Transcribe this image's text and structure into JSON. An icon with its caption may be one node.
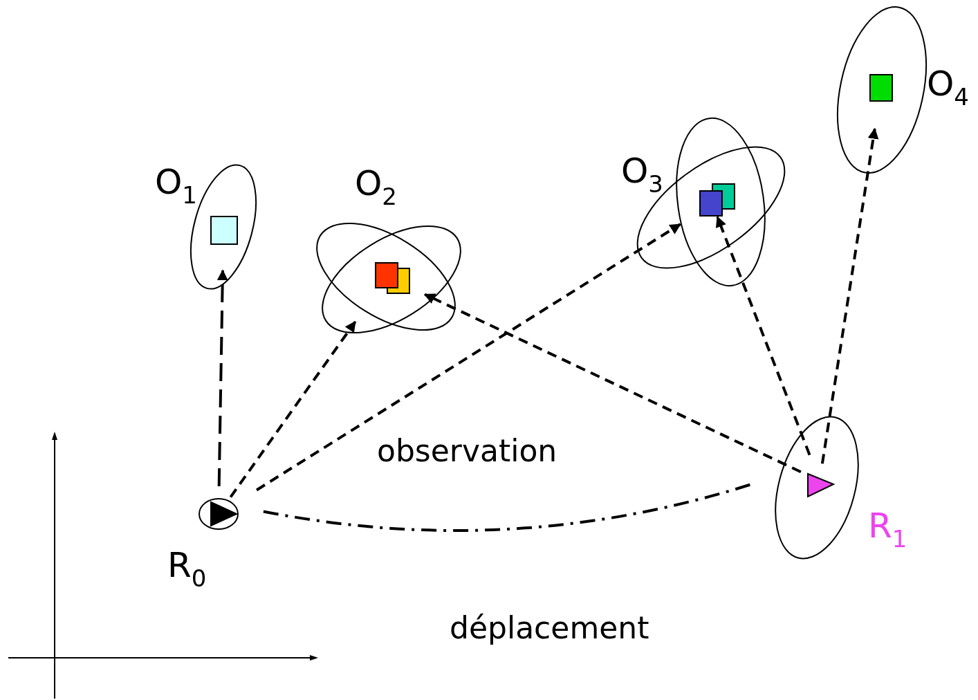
{
  "diagram": {
    "nodes": [
      {
        "text": [
          "O$_{1}$"
        ]
      },
      {
        "text": [
          "O$_{2}$"
        ]
      },
      {
        "text": [
          "O$_{3}$"
        ]
      },
      {
        "text": [
          "O$_{4}$"
        ]
      },
      {
        "text": [
          "R$_{0}$"
        ]
      },
      {
        "text": [
          "R$_{1}$"
        ]
      }
    ],
    "edges": [
      {
        "from": 4,
        "to": 0,
        "arrow": "to",
        "style": "dashed"
      },
      {
        "from": 4,
        "to": 1,
        "arrow": "to",
        "style": "dashed"
      },
      {
        "from": 4,
        "to": 2,
        "arrow": "to",
        "style": "dashed"
      },
      {
        "from": 5,
        "to": 1,
        "arrow": "to",
        "style": "dashed"
      },
      {
        "from": 5,
        "to": 2,
        "arrow": "to",
        "style": "dashed"
      },
      {
        "from": 5,
        "to": 3,
        "arrow": "to",
        "style": "dashed"
      },
      {
        "from": 4,
        "to": 5,
        "arrow": "none",
        "style": "dashed"
      }
    ],
    "labels": [
      "observation",
      "déplacement"
    ]
  }
}
